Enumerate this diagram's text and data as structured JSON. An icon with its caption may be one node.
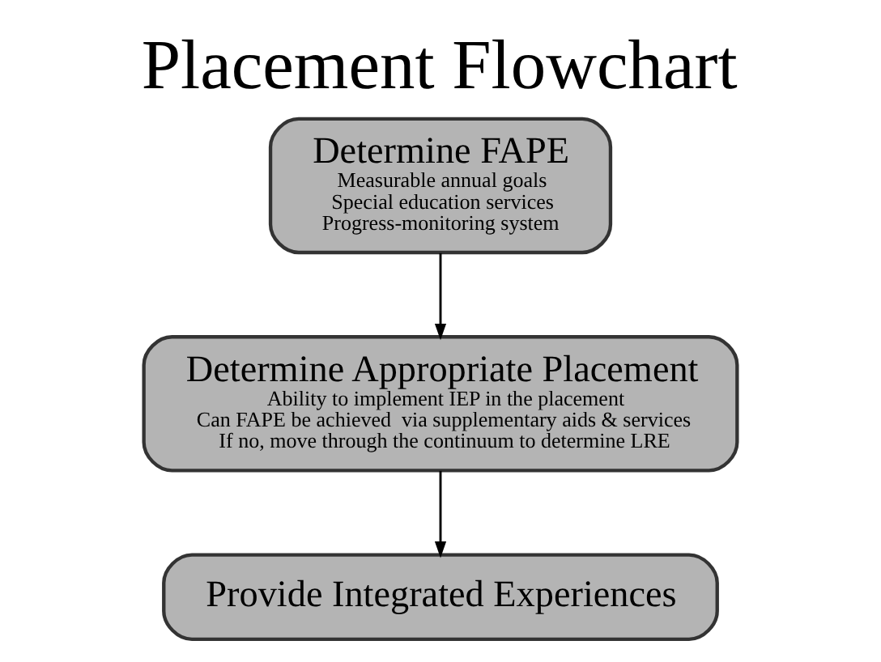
{
  "diagram": {
    "title": "Placement Flowchart",
    "nodes": [
      {
        "text": [
          "Determine FAPE",
          "Measurable annual goals",
          "Special education services",
          "Progress-monitoring system"
        ]
      },
      {
        "text": [
          "Determine Appropriate Placement",
          "Ability to implement IEP in the placement",
          "Can FAPE be achieved  via supplementary aids & services",
          "If no, move through the continuum to determine LRE"
        ]
      },
      {
        "text": [
          "Provide Integrated Experiences"
        ]
      }
    ],
    "edges": [
      {
        "from": 0,
        "to": 1,
        "arrow": "to"
      },
      {
        "from": 1,
        "to": 2,
        "arrow": "to"
      }
    ]
  }
}
